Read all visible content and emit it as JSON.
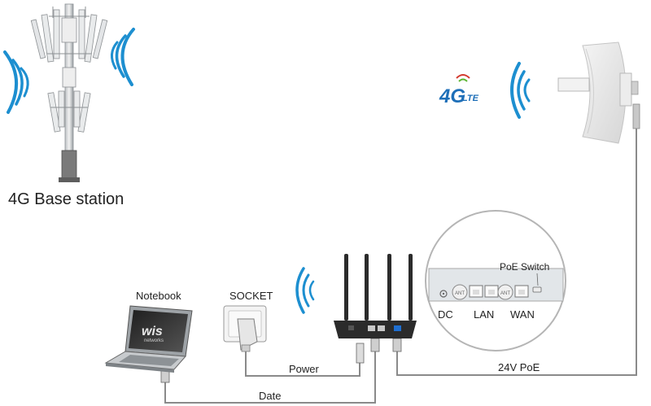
{
  "labels": {
    "base_station": "4G Base station",
    "lte_badge_main": "4G",
    "lte_badge_sub": "LTE",
    "notebook": "Notebook",
    "socket": "SOCKET",
    "power": "Power",
    "date": "Date",
    "poe": "24V PoE",
    "poe_switch": "PoE Switch",
    "dc": "DC",
    "lan": "LAN",
    "wan": "WAN",
    "ant1": "ANT",
    "ant2": "ANT",
    "notebook_logo_main": "wis",
    "notebook_logo_sub": "networks"
  },
  "colors": {
    "wave_blue": "#1d8fd0",
    "lte_blue": "#1e6fb8",
    "lte_green": "#5cb531",
    "cable_gray": "#888888",
    "panel_bg": "#dfe3e6",
    "router_dark": "#2b2b2b",
    "wan_port_blue": "#1f6fd1"
  },
  "icons": [
    "tower-icon",
    "antenna-dish-icon",
    "router-icon",
    "notebook-icon",
    "socket-icon",
    "power-adapter-icon",
    "wifi-wave-icon"
  ]
}
